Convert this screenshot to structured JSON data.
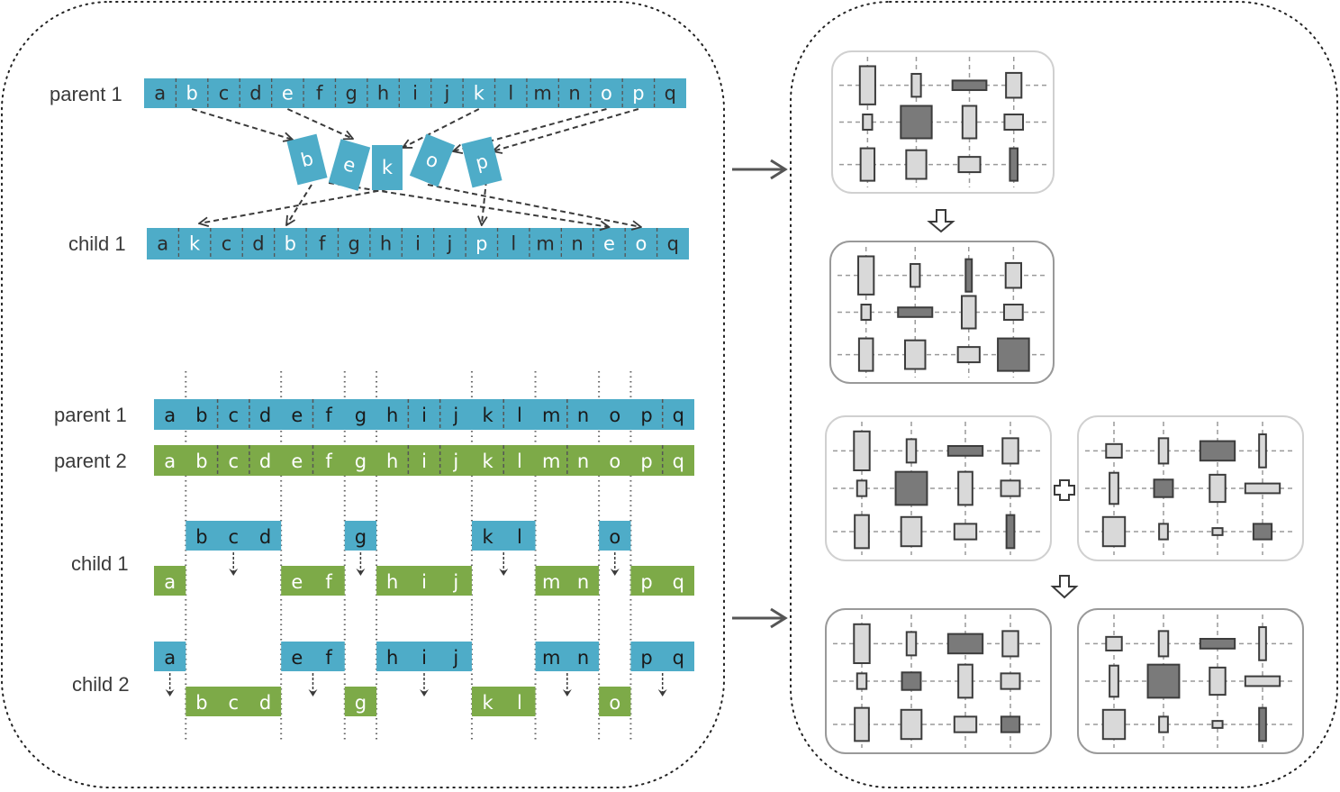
{
  "colors": {
    "blue": "#4eacc8",
    "green": "#7daa48",
    "white_text": "#ffffff",
    "dark_text": "#1a1a1a",
    "arrow": "#3a3a3a",
    "block_light": "#d9d9d9",
    "block_dark": "#7a7a7a",
    "block_border": "#3c3c3c",
    "grid_line": "#9a9a9a",
    "panel_border_light": "#d0d0d0",
    "panel_border_dark": "#999999"
  },
  "letters": [
    "a",
    "b",
    "c",
    "d",
    "e",
    "f",
    "g",
    "h",
    "i",
    "j",
    "k",
    "l",
    "m",
    "n",
    "o",
    "p",
    "q"
  ],
  "swap": {
    "parent_label": "parent 1",
    "child_label": "child 1",
    "parent": [
      "a",
      "b",
      "c",
      "d",
      "e",
      "f",
      "g",
      "h",
      "i",
      "j",
      "k",
      "l",
      "m",
      "n",
      "o",
      "p",
      "q"
    ],
    "parent_highlight": [
      "b",
      "e",
      "k",
      "o",
      "p"
    ],
    "selected": [
      "b",
      "e",
      "k",
      "o",
      "p"
    ],
    "child": [
      "a",
      "k",
      "c",
      "d",
      "b",
      "f",
      "g",
      "h",
      "i",
      "j",
      "p",
      "l",
      "m",
      "n",
      "e",
      "o",
      "q"
    ],
    "child_highlight": [
      "k",
      "b",
      "p",
      "e",
      "o"
    ]
  },
  "crossover": {
    "parent1_label": "parent 1",
    "parent2_label": "parent 2",
    "child1_label": "child 1",
    "child2_label": "child 2",
    "segments": [
      {
        "letters": [
          "a"
        ],
        "child1_from": "parent 2",
        "child2_from": "parent 1"
      },
      {
        "letters": [
          "b",
          "c",
          "d"
        ],
        "child1_from": "parent 1",
        "child2_from": "parent 2"
      },
      {
        "letters": [
          "e",
          "f"
        ],
        "child1_from": "parent 2",
        "child2_from": "parent 1"
      },
      {
        "letters": [
          "g"
        ],
        "child1_from": "parent 1",
        "child2_from": "parent 2"
      },
      {
        "letters": [
          "h",
          "i",
          "j"
        ],
        "child1_from": "parent 2",
        "child2_from": "parent 1"
      },
      {
        "letters": [
          "k",
          "l"
        ],
        "child1_from": "parent 1",
        "child2_from": "parent 2"
      },
      {
        "letters": [
          "m",
          "n"
        ],
        "child1_from": "parent 2",
        "child2_from": "parent 1"
      },
      {
        "letters": [
          "o"
        ],
        "child1_from": "parent 1",
        "child2_from": "parent 2"
      },
      {
        "letters": [
          "p",
          "q"
        ],
        "child1_from": "parent 2",
        "child2_from": "parent 1"
      }
    ]
  },
  "layouts": {
    "mutation_before": [
      [
        {
          "w": 0.5,
          "h": 1.0,
          "dark": false
        },
        {
          "w": 0.3,
          "h": 0.6,
          "dark": false
        },
        {
          "w": 1.1,
          "h": 0.25,
          "dark": true
        },
        {
          "w": 0.5,
          "h": 0.65,
          "dark": false
        }
      ],
      [
        {
          "w": 0.3,
          "h": 0.4,
          "dark": false
        },
        {
          "w": 1.0,
          "h": 0.85,
          "dark": true
        },
        {
          "w": 0.45,
          "h": 0.85,
          "dark": false
        },
        {
          "w": 0.6,
          "h": 0.4,
          "dark": false
        }
      ],
      [
        {
          "w": 0.45,
          "h": 0.85,
          "dark": false
        },
        {
          "w": 0.65,
          "h": 0.75,
          "dark": false
        },
        {
          "w": 0.7,
          "h": 0.4,
          "dark": false
        },
        {
          "w": 0.25,
          "h": 0.85,
          "dark": true
        }
      ]
    ],
    "mutation_after": [
      [
        {
          "w": 0.5,
          "h": 1.0,
          "dark": false
        },
        {
          "w": 0.3,
          "h": 0.6,
          "dark": false
        },
        {
          "w": 0.2,
          "h": 0.85,
          "dark": true
        },
        {
          "w": 0.5,
          "h": 0.65,
          "dark": false
        }
      ],
      [
        {
          "w": 0.3,
          "h": 0.4,
          "dark": false
        },
        {
          "w": 1.1,
          "h": 0.25,
          "dark": true
        },
        {
          "w": 0.45,
          "h": 0.85,
          "dark": false
        },
        {
          "w": 0.6,
          "h": 0.4,
          "dark": false
        }
      ],
      [
        {
          "w": 0.45,
          "h": 0.85,
          "dark": false
        },
        {
          "w": 0.65,
          "h": 0.75,
          "dark": false
        },
        {
          "w": 0.7,
          "h": 0.4,
          "dark": false
        },
        {
          "w": 1.0,
          "h": 0.85,
          "dark": true
        }
      ]
    ],
    "parent_a": [
      [
        {
          "w": 0.5,
          "h": 1.0,
          "dark": false
        },
        {
          "w": 0.3,
          "h": 0.6,
          "dark": false
        },
        {
          "w": 1.1,
          "h": 0.25,
          "dark": true
        },
        {
          "w": 0.5,
          "h": 0.65,
          "dark": false
        }
      ],
      [
        {
          "w": 0.3,
          "h": 0.4,
          "dark": false
        },
        {
          "w": 1.0,
          "h": 0.85,
          "dark": true
        },
        {
          "w": 0.45,
          "h": 0.85,
          "dark": false
        },
        {
          "w": 0.6,
          "h": 0.4,
          "dark": false
        }
      ],
      [
        {
          "w": 0.45,
          "h": 0.85,
          "dark": false
        },
        {
          "w": 0.65,
          "h": 0.75,
          "dark": false
        },
        {
          "w": 0.7,
          "h": 0.4,
          "dark": false
        },
        {
          "w": 0.25,
          "h": 0.85,
          "dark": true
        }
      ]
    ],
    "parent_b": [
      [
        {
          "w": 0.5,
          "h": 0.35,
          "dark": false
        },
        {
          "w": 0.3,
          "h": 0.65,
          "dark": false
        },
        {
          "w": 1.1,
          "h": 0.5,
          "dark": true
        },
        {
          "w": 0.22,
          "h": 0.85,
          "dark": false
        }
      ],
      [
        {
          "w": 0.28,
          "h": 0.8,
          "dark": false
        },
        {
          "w": 0.6,
          "h": 0.45,
          "dark": true
        },
        {
          "w": 0.5,
          "h": 0.7,
          "dark": false
        },
        {
          "w": 1.1,
          "h": 0.25,
          "dark": false
        }
      ],
      [
        {
          "w": 0.7,
          "h": 0.75,
          "dark": false
        },
        {
          "w": 0.28,
          "h": 0.4,
          "dark": false
        },
        {
          "w": 0.32,
          "h": 0.18,
          "dark": false
        },
        {
          "w": 0.58,
          "h": 0.4,
          "dark": true
        }
      ]
    ],
    "child_a": [
      [
        {
          "w": 0.5,
          "h": 1.0,
          "dark": false
        },
        {
          "w": 0.3,
          "h": 0.6,
          "dark": false
        },
        {
          "w": 1.1,
          "h": 0.5,
          "dark": true
        },
        {
          "w": 0.5,
          "h": 0.65,
          "dark": false
        }
      ],
      [
        {
          "w": 0.3,
          "h": 0.4,
          "dark": false
        },
        {
          "w": 0.6,
          "h": 0.45,
          "dark": true
        },
        {
          "w": 0.45,
          "h": 0.85,
          "dark": false
        },
        {
          "w": 0.6,
          "h": 0.4,
          "dark": false
        }
      ],
      [
        {
          "w": 0.45,
          "h": 0.85,
          "dark": false
        },
        {
          "w": 0.65,
          "h": 0.75,
          "dark": false
        },
        {
          "w": 0.7,
          "h": 0.4,
          "dark": false
        },
        {
          "w": 0.58,
          "h": 0.4,
          "dark": true
        }
      ]
    ],
    "child_b": [
      [
        {
          "w": 0.5,
          "h": 0.35,
          "dark": false
        },
        {
          "w": 0.3,
          "h": 0.65,
          "dark": false
        },
        {
          "w": 1.1,
          "h": 0.25,
          "dark": true
        },
        {
          "w": 0.22,
          "h": 0.85,
          "dark": false
        }
      ],
      [
        {
          "w": 0.28,
          "h": 0.8,
          "dark": false
        },
        {
          "w": 1.0,
          "h": 0.85,
          "dark": true
        },
        {
          "w": 0.5,
          "h": 0.7,
          "dark": false
        },
        {
          "w": 1.1,
          "h": 0.25,
          "dark": false
        }
      ],
      [
        {
          "w": 0.7,
          "h": 0.75,
          "dark": false
        },
        {
          "w": 0.28,
          "h": 0.4,
          "dark": false
        },
        {
          "w": 0.32,
          "h": 0.18,
          "dark": false
        },
        {
          "w": 0.22,
          "h": 0.85,
          "dark": true
        }
      ]
    ]
  }
}
